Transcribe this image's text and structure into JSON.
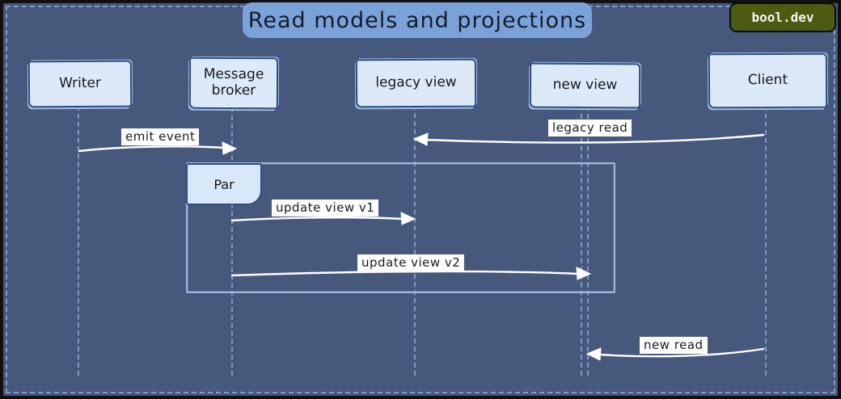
{
  "diagram": {
    "title": "Read models and projections",
    "badge": "bool.dev",
    "participants": [
      {
        "name": "Writer"
      },
      {
        "name": "Message broker"
      },
      {
        "name": "legacy view"
      },
      {
        "name": "new view"
      },
      {
        "name": "Client"
      }
    ],
    "fragment": {
      "type_label": "Par"
    },
    "messages": [
      {
        "label": "emit event",
        "from": "Writer",
        "to": "Message broker"
      },
      {
        "label": "legacy read",
        "from": "Client",
        "to": "legacy view"
      },
      {
        "label": "update view v1",
        "from": "Message broker",
        "to": "legacy view",
        "fragment": "Par"
      },
      {
        "label": "update view v2",
        "from": "Message broker",
        "to": "new view",
        "fragment": "Par"
      },
      {
        "label": "new read",
        "from": "Client",
        "to": "new view"
      }
    ],
    "colors": {
      "background": "#47587d",
      "outer_frame": "#101010",
      "dashed_border": "#7d9ac8",
      "participant_fill": "#dce9f9",
      "participant_border": "#2f4f7e",
      "title_fill": "#7ba2d8",
      "badge_fill": "#4c5a12",
      "arrow": "#ffffff",
      "message_label_bg": "#ffffff"
    }
  }
}
